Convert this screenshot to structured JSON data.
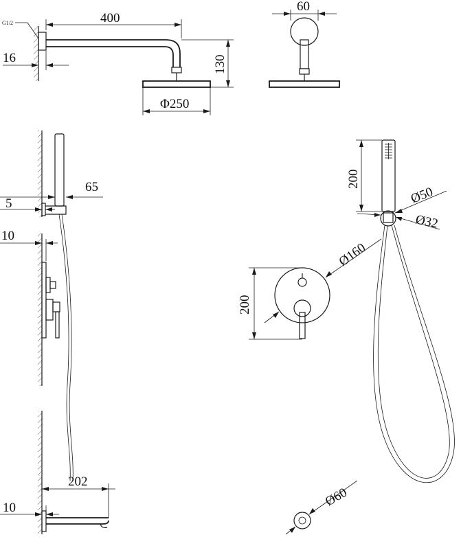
{
  "colors": {
    "line": "#1a1a1a",
    "background": "#ffffff"
  },
  "dimensions": {
    "arm_length": "400",
    "wall_flange": "16",
    "thread": "G1/2",
    "arm_drop": "130",
    "head_diameter": "Φ250",
    "arm_depth": "60",
    "holder_projection": "65",
    "holder_offset": "5",
    "mixer_offset": "10",
    "spout_length": "202",
    "spout_offset": "10",
    "hand_shower_length": "200",
    "hand_shower_diameter": "Ø50",
    "hose_connector_diameter": "Ø32",
    "plate_diameter": "Ø160",
    "plate_height": "200",
    "outlet_diameter": "Ø60"
  }
}
